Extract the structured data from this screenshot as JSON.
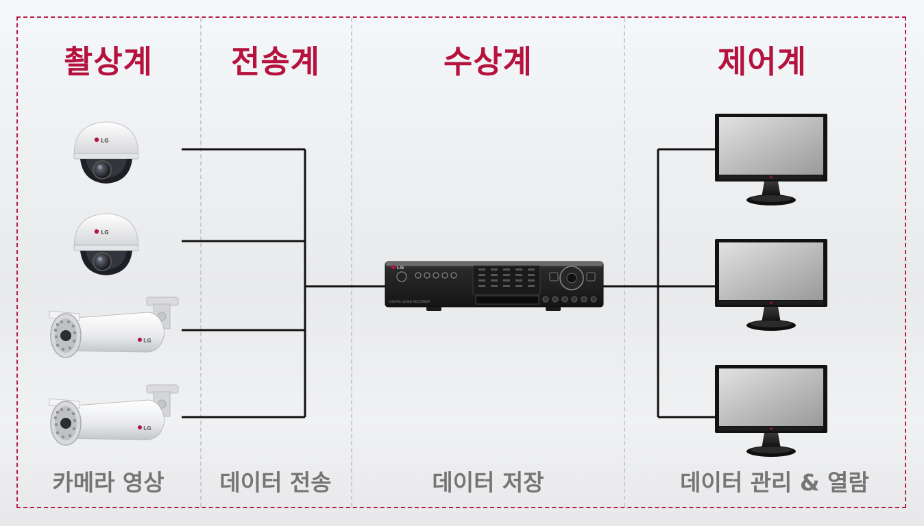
{
  "sections": [
    {
      "title": "촬상계",
      "caption": "카메라 영상"
    },
    {
      "title": "전송계",
      "caption": "데이터 전송"
    },
    {
      "title": "수상계",
      "caption": "데이터 저장"
    },
    {
      "title": "제어계",
      "caption": "데이터 관리 & 열람"
    }
  ],
  "brand": {
    "logo": "LG",
    "accent": "#b5123e"
  },
  "devices": {
    "cameras": [
      "dome-camera",
      "dome-camera",
      "bullet-camera",
      "bullet-camera"
    ],
    "recorder": {
      "label": "DIGITAL VIDEO RECORDER"
    },
    "monitors": [
      "monitor",
      "monitor",
      "monitor"
    ]
  },
  "colors": {
    "frame": "#b61e47",
    "title": "#b5123e",
    "caption": "#757575",
    "wire": "#111111"
  }
}
